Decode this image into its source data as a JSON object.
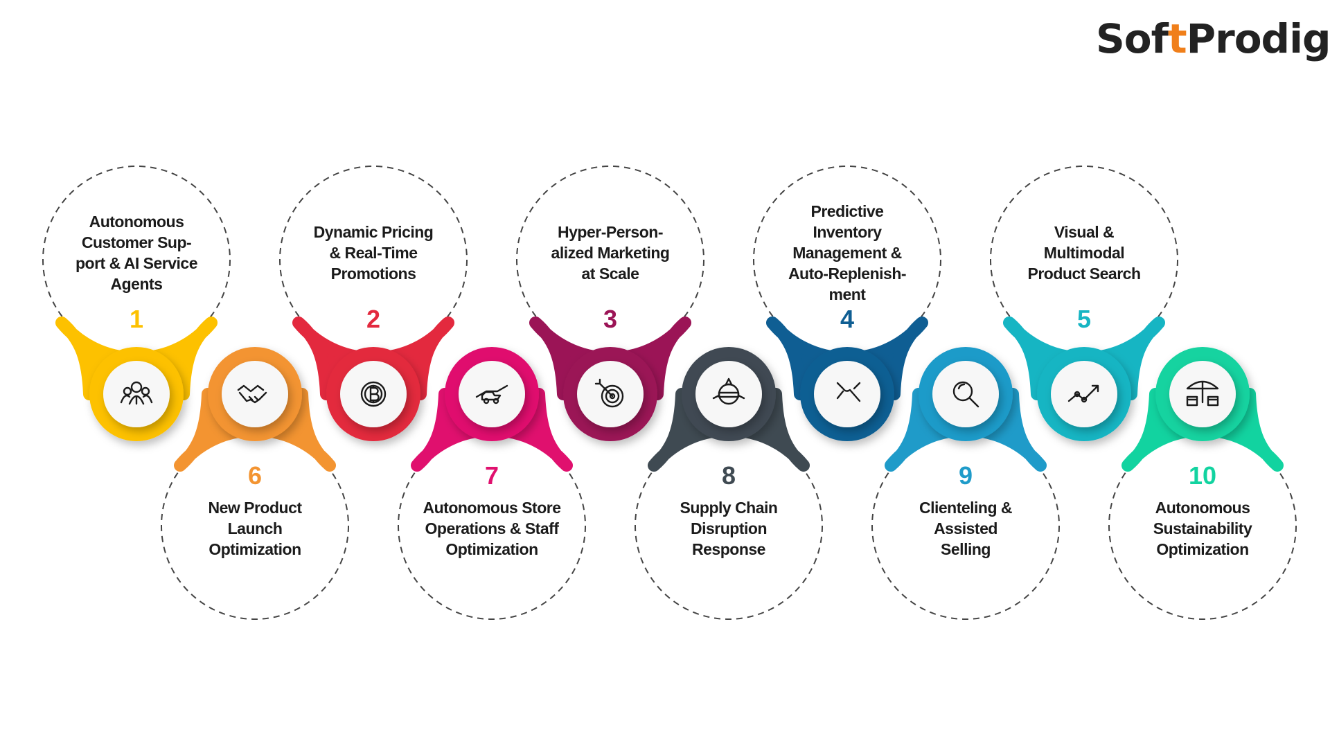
{
  "brand": {
    "name": "SoftProdigy",
    "part1": "Sof",
    "accent": "t",
    "part2": "Prodigy"
  },
  "items": [
    {
      "number": "1",
      "row": "top",
      "color": "#FDC100",
      "icon": "people-group-icon",
      "lines": [
        "Autonomous",
        "Customer Sup-",
        "port & AI Service",
        "Agents"
      ]
    },
    {
      "number": "6",
      "row": "bottom",
      "color": "#F39431",
      "icon": "handshake-icon",
      "lines": [
        "New Product",
        "Launch",
        "Optimization"
      ]
    },
    {
      "number": "2",
      "row": "top",
      "color": "#E3293E",
      "icon": "coin-icon",
      "lines": [
        "Dynamic Pricing",
        "& Real-Time",
        "Promotions"
      ]
    },
    {
      "number": "7",
      "row": "bottom",
      "color": "#E0106E",
      "icon": "hand-car-icon",
      "lines": [
        "Autonomous Store",
        "Operations & Staff",
        "Optimization"
      ]
    },
    {
      "number": "3",
      "row": "top",
      "color": "#9B1456",
      "icon": "target-icon",
      "lines": [
        "Hyper-Person-",
        "alized Marketing",
        "at Scale"
      ]
    },
    {
      "number": "8",
      "row": "bottom",
      "color": "#3F4A52",
      "icon": "ninja-icon",
      "lines": [
        "Supply Chain",
        "Disruption",
        "Response"
      ]
    },
    {
      "number": "4",
      "row": "top",
      "color": "#0F5E93",
      "icon": "plug-icon",
      "lines": [
        "Predictive",
        "Inventory",
        "Management &",
        "Auto-Replenish-",
        "ment"
      ]
    },
    {
      "number": "9",
      "row": "bottom",
      "color": "#1F9BC9",
      "icon": "search-icon",
      "lines": [
        "Clienteling &",
        "Assisted",
        "Selling"
      ]
    },
    {
      "number": "5",
      "row": "top",
      "color": "#16B5C3",
      "icon": "trend-line-icon",
      "lines": [
        "Visual &",
        "Multimodal",
        "Product Search"
      ]
    },
    {
      "number": "10",
      "row": "bottom",
      "color": "#12D3A0",
      "icon": "market-stall-icon",
      "lines": [
        "Autonomous",
        "Sustainability",
        "Optimization"
      ]
    }
  ]
}
